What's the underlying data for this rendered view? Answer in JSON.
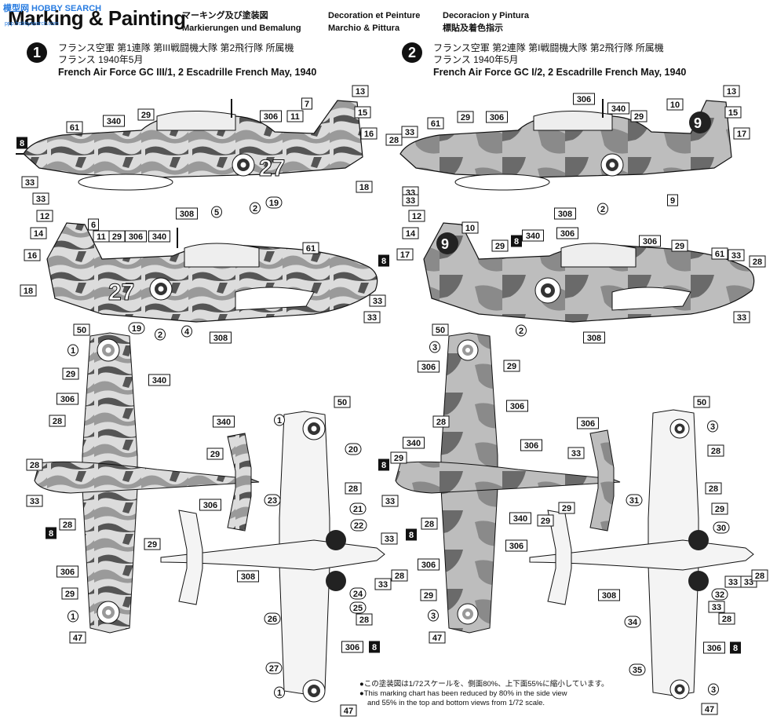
{
  "watermark": {
    "text": "模型网 HOBBY SEARCH",
    "sub": "ppp.hobbysearch.com"
  },
  "header": {
    "title": "Marking & Painting",
    "col1": [
      "マーキング及び塗装図",
      "Markierungen und Bemalung"
    ],
    "col2": [
      "Decoration et Peinture",
      "Marchio & Pittura"
    ],
    "col3": [
      "Decoracion y Pintura",
      "標貼及着色指示"
    ]
  },
  "schemes": [
    {
      "number": "1",
      "jp1": "フランス空軍 第1連隊 第III戦闘機大隊 第2飛行隊 所属機",
      "jp2": "フランス 1940年5月",
      "en": "French Air Force GC III/1, 2 Escadrille French May, 1940",
      "fuselage_code": "27"
    },
    {
      "number": "2",
      "jp1": "フランス空軍 第2連隊 第I戦闘機大隊 第2飛行隊 所属機",
      "jp2": "フランス 1940年5月",
      "en": "French Air Force GC I/2, 2 Escadrille French May, 1940",
      "fuselage_code": "9"
    }
  ],
  "colors": {
    "camo_light": "#e2e2e2",
    "camo_mid": "#b0b0b0",
    "camo_dark": "#505050",
    "roundel_blue": "#3a3a3a",
    "roundel_red": "#9a9a9a"
  },
  "callouts": {
    "l_side_top": [
      "8",
      "61",
      "340",
      "29",
      "306",
      "7",
      "11",
      "13",
      "15",
      "16",
      "33",
      "33",
      "308",
      "5",
      "2",
      "18",
      "19"
    ],
    "l_side_bot": [
      "12",
      "6",
      "11",
      "29",
      "306",
      "340",
      "14",
      "16",
      "18",
      "19",
      "2",
      "4",
      "308",
      "61",
      "8",
      "33",
      "33"
    ],
    "r_side_top": [
      "306",
      "340",
      "29",
      "10",
      "13",
      "15",
      "17",
      "33",
      "28",
      "61",
      "29",
      "306",
      "33",
      "33",
      "308",
      "2",
      "9"
    ],
    "r_side_bot": [
      "12",
      "10",
      "14",
      "17",
      "29",
      "8",
      "340",
      "306",
      "306",
      "29",
      "61",
      "33",
      "28",
      "2",
      "308",
      "33"
    ],
    "l_top": [
      "50",
      "1",
      "29",
      "340",
      "306",
      "28",
      "340",
      "28",
      "33",
      "29",
      "306",
      "28",
      "8",
      "306",
      "29",
      "29",
      "1",
      "47"
    ],
    "l_bottom": [
      "50",
      "1",
      "20",
      "23",
      "28",
      "21",
      "22",
      "33",
      "28",
      "33",
      "308",
      "24",
      "25",
      "26",
      "28",
      "306",
      "8",
      "27",
      "1",
      "47"
    ],
    "r_top": [
      "50",
      "3",
      "306",
      "29",
      "306",
      "28",
      "306",
      "340",
      "306",
      "33",
      "8",
      "29",
      "33",
      "29",
      "340",
      "29",
      "28",
      "8",
      "306",
      "306",
      "29",
      "3",
      "47"
    ],
    "r_bottom": [
      "50",
      "3",
      "28",
      "31",
      "28",
      "29",
      "30",
      "33",
      "28",
      "33",
      "308",
      "32",
      "33",
      "34",
      "28",
      "306",
      "8",
      "35",
      "3",
      "47"
    ]
  },
  "note": {
    "jp": "●この塗装図は1/72スケールを、側面80%、上下面55%に縮小しています。",
    "en1": "●This marking chart has been reduced by 80% in the side view",
    "en2": "and 55% in the top and bottom views from 1/72 scale."
  }
}
